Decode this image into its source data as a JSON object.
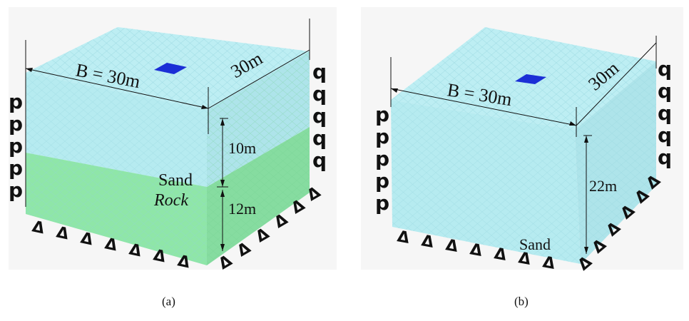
{
  "panels": [
    {
      "id": "a",
      "caption": "(a)",
      "width_label": "B = 30m",
      "depth_label": "30m",
      "layers": [
        {
          "label": "Sand",
          "thickness_label": "10m",
          "color": "#b9ecf1"
        },
        {
          "label": "Rock",
          "thickness_label": "12m",
          "color": "#8fe6a8"
        }
      ]
    },
    {
      "id": "b",
      "caption": "(b)",
      "width_label": "B = 30m",
      "depth_label": "30m",
      "layers": [
        {
          "label": "Sand",
          "thickness_label": "22m",
          "color": "#b9ecf1"
        }
      ]
    }
  ],
  "symbols": {
    "left_support": "p",
    "right_support": "q",
    "base_support": "Δ"
  },
  "colors": {
    "footing": "#1b2fd6",
    "sand_top": "#bdeef3",
    "sand_side": "#aee4ea",
    "rock_front": "#8fe6a8",
    "rock_side": "#86dca0",
    "mesh": "#8fd1da"
  }
}
